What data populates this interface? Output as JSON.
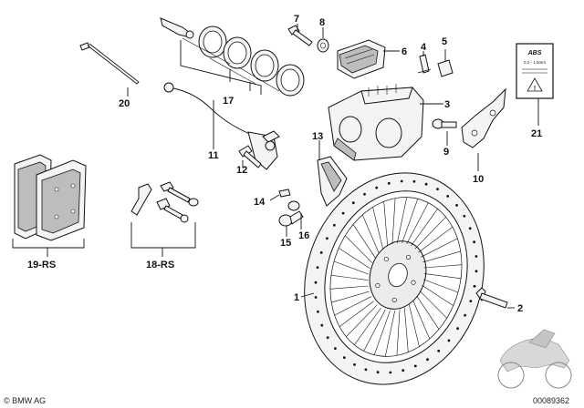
{
  "labels": {
    "l1": "1",
    "l2": "2",
    "l3": "3",
    "l4": "4",
    "l5": "5",
    "l6": "6",
    "l7": "7",
    "l8": "8",
    "l9": "9",
    "l10": "10",
    "l11": "11",
    "l12": "12",
    "l13": "13",
    "l14": "14",
    "l15": "15",
    "l16": "16",
    "l17": "17",
    "l18": "18-RS",
    "l19": "19-RS",
    "l20": "20",
    "l21": "21"
  },
  "sticker": {
    "brand": "ABS",
    "spec": "0,2 - 1,5mm"
  },
  "footer": {
    "copyright": "© BMW AG",
    "image_number": "00089362"
  },
  "colors": {
    "ink": "#111111",
    "part_fill": "#f4f4f4",
    "shade": "#bdbdbd",
    "sticker_border": "#111111"
  }
}
